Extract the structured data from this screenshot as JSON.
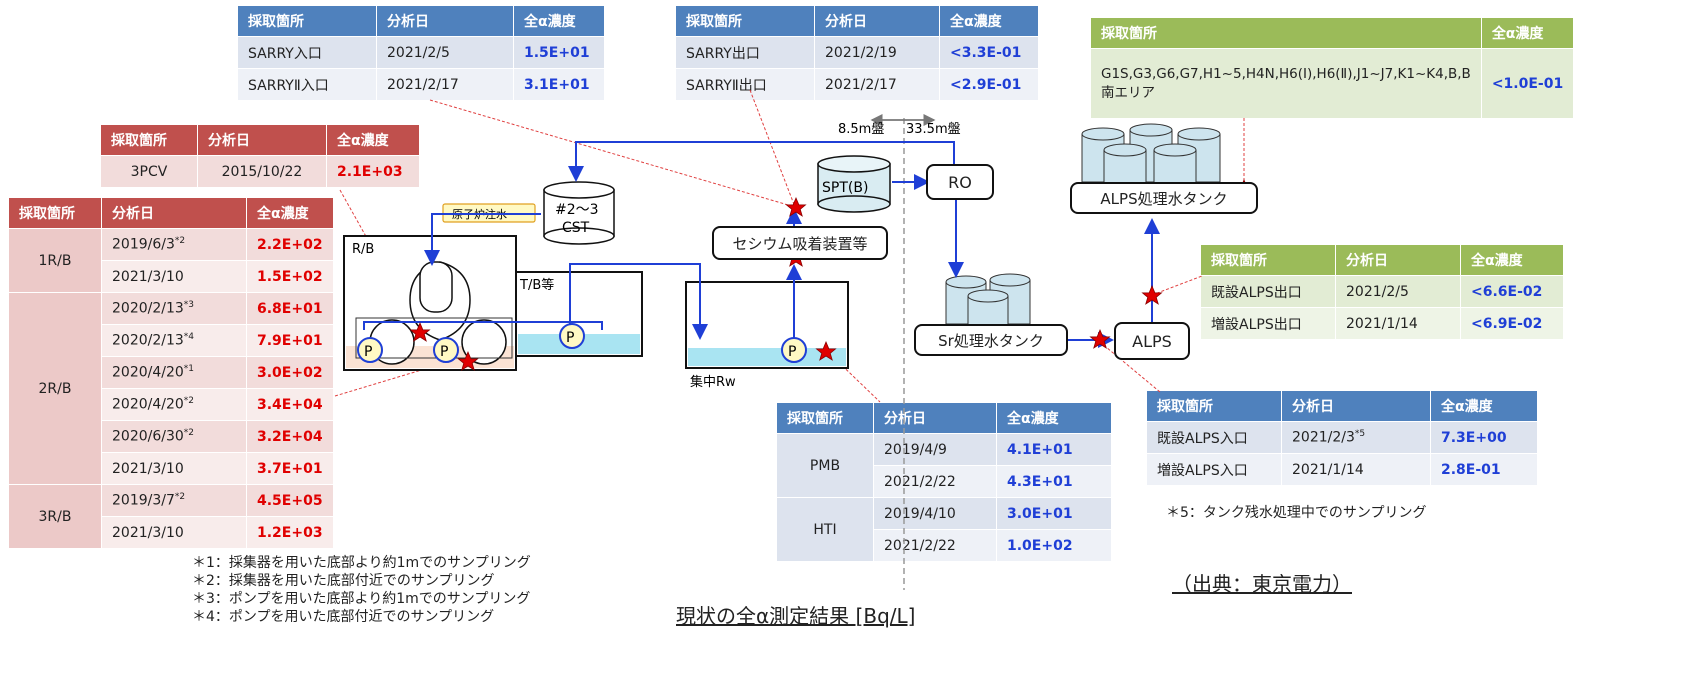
{
  "headers": {
    "location": "採取箇所",
    "date": "分析日",
    "conc": "全α濃度"
  },
  "sarry_in": [
    {
      "loc": "SARRY入口",
      "date": "2021/2/5",
      "val": "1.5E+01"
    },
    {
      "loc": "SARRYⅡ入口",
      "date": "2021/2/17",
      "val": "3.1E+01"
    }
  ],
  "sarry_out": [
    {
      "loc": "SARRY出口",
      "date": "2021/2/19",
      "val": "<3.3E-01"
    },
    {
      "loc": "SARRYⅡ出口",
      "date": "2021/2/17",
      "val": "<2.9E-01"
    }
  ],
  "tanks": {
    "loc": "G1S,G3,G6,G7,H1~5,H4N,H6(Ⅰ),H6(Ⅱ),J1~J7,K1~K4,B,B南エリア",
    "val": "<1.0E-01"
  },
  "pcv": {
    "loc": "3PCV",
    "date": "2015/10/22",
    "val": "2.1E+03"
  },
  "rb": [
    {
      "group": "1R/B",
      "rows": [
        {
          "date": "2019/6/3",
          "mark": "*2",
          "val": "2.2E+02"
        },
        {
          "date": "2021/3/10",
          "mark": "",
          "val": "1.5E+02"
        }
      ]
    },
    {
      "group": "2R/B",
      "rows": [
        {
          "date": "2020/2/13",
          "mark": "*3",
          "val": "6.8E+01"
        },
        {
          "date": "2020/2/13",
          "mark": "*4",
          "val": "7.9E+01"
        },
        {
          "date": "2020/4/20",
          "mark": "*1",
          "val": "3.0E+02"
        },
        {
          "date": "2020/4/20",
          "mark": "*2",
          "val": "3.4E+04"
        },
        {
          "date": "2020/6/30",
          "mark": "*2",
          "val": "3.2E+04"
        },
        {
          "date": "2021/3/10",
          "mark": "",
          "val": "3.7E+01"
        }
      ]
    },
    {
      "group": "3R/B",
      "rows": [
        {
          "date": "2019/3/7",
          "mark": "*2",
          "val": "4.5E+05"
        },
        {
          "date": "2021/3/10",
          "mark": "",
          "val": "1.2E+03"
        }
      ]
    }
  ],
  "footnotes": [
    "＊1：採集器を用いた底部より約1mでのサンプリング",
    "＊2：採集器を用いた底部付近でのサンプリング",
    "＊3：ポンプを用いた底部より約1mでのサンプリング",
    "＊4：ポンプを用いた底部付近でのサンプリング"
  ],
  "rw": [
    {
      "group": "PMB",
      "rows": [
        {
          "date": "2019/4/9",
          "val": "4.1E+01"
        },
        {
          "date": "2021/2/22",
          "val": "4.3E+01"
        }
      ]
    },
    {
      "group": "HTI",
      "rows": [
        {
          "date": "2019/4/10",
          "val": "3.0E+01"
        },
        {
          "date": "2021/2/22",
          "val": "1.0E+02"
        }
      ]
    }
  ],
  "alps_out": [
    {
      "loc": "既設ALPS出口",
      "date": "2021/2/5",
      "val": "<6.6E-02"
    },
    {
      "loc": "増設ALPS出口",
      "date": "2021/1/14",
      "val": "<6.9E-02"
    }
  ],
  "alps_in": [
    {
      "loc": "既設ALPS入口",
      "date": "2021/2/3",
      "mark": "*5",
      "val": "7.3E+00"
    },
    {
      "loc": "増設ALPS入口",
      "date": "2021/1/14",
      "mark": "",
      "val": "2.8E-01"
    }
  ],
  "note5": "＊5：タンク残水処理中でのサンプリング",
  "source": "（出典：東京電力）",
  "caption": "現状の全α測定結果 [Bq/L]",
  "diagram": {
    "level_left": "8.5m盤",
    "level_right": "33.5m盤",
    "cst": "#2～3",
    "cst2": "CST",
    "reactor_water": "原子炉注水",
    "rb": "R/B",
    "tb": "T/B等",
    "rw": "集中Rw",
    "spt": "SPT(B)",
    "ro": "RO",
    "cesium": "セシウム吸着装置等",
    "sr_tank": "Sr処理水タンク",
    "alps": "ALPS",
    "alps_tank": "ALPS処理水タンク",
    "pump": "P"
  },
  "colors": {
    "flow": "#1f3fd6",
    "star": "#e00000",
    "water": "#a9e4f2"
  }
}
